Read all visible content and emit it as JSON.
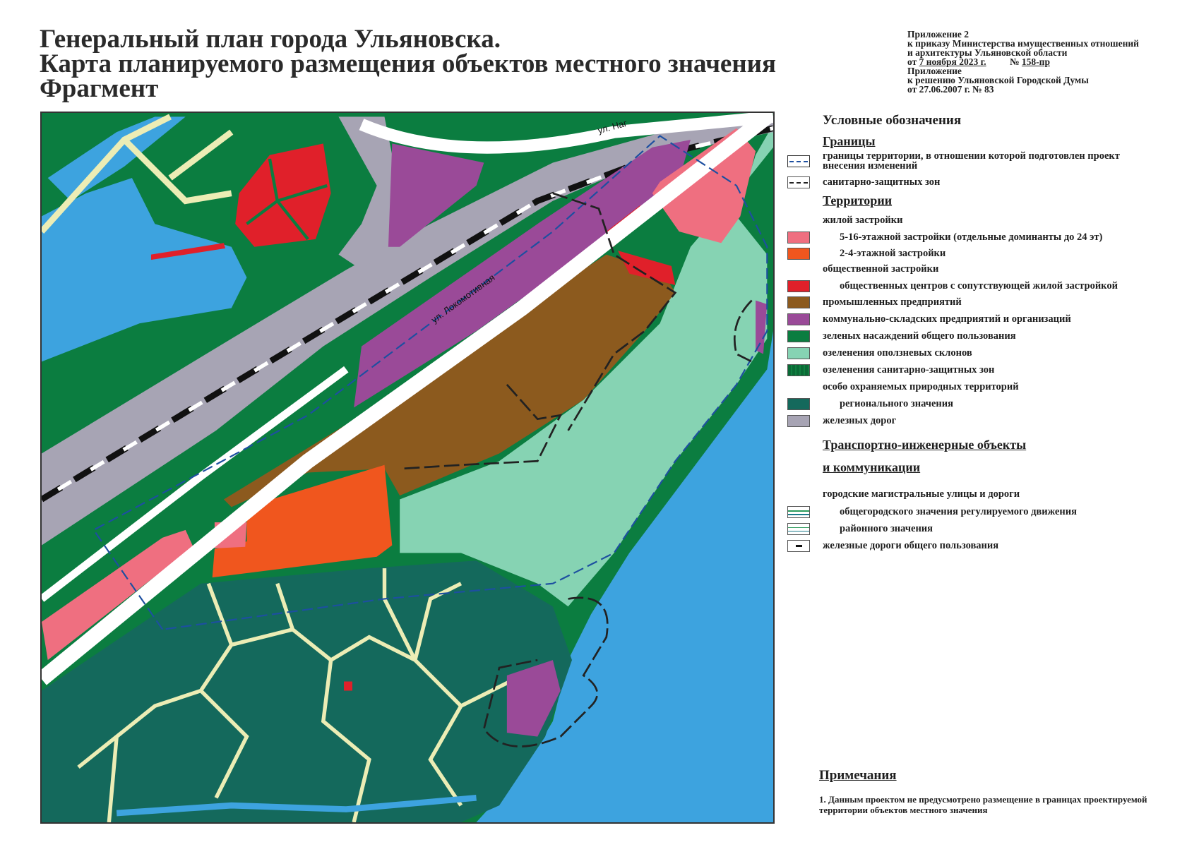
{
  "title": {
    "line1": "Генеральный план города Ульяновска.",
    "line2": "Карта планируемого размещения объектов местного значения",
    "line3": "Фрагмент"
  },
  "appendix": {
    "line1": "Приложение 2",
    "line2": "к приказу Министерства имущественных отношений",
    "line3": "и архитектуры Ульяновской области",
    "date_prefix": "от",
    "date": "7 ноября 2023 г.",
    "num_prefix": "№",
    "num": "158-пр",
    "line5": "Приложение",
    "line6": "к решению Ульяновской Городской Думы",
    "line7": "от  27.06.2007 г.  № 83"
  },
  "map": {
    "street_1": "ул. Локомотивная",
    "street_2": "ул. Наг",
    "colors": {
      "green": "#0b7d40",
      "slope": "#86d3b3",
      "sanitary_green": "#0a6a36",
      "regional": "#14695c",
      "rail": "#a7a4b4",
      "purple": "#9a4a98",
      "brown": "#8c5a1e",
      "orange": "#f0561e",
      "pink": "#ef6f80",
      "red": "#e0202a",
      "water": "#3da3df",
      "path": "#ecedb5",
      "boundary": "#1d4fa0"
    }
  },
  "legend": {
    "title": "Условные обозначения",
    "borders_heading": "Границы",
    "border_project": "границы территории, в отношении которой подготовлен проект",
    "border_project_2": "внесения изменений",
    "border_sanitary": "санитарно-защитных зон",
    "territories_heading": "Территории",
    "residential": "жилой застройки",
    "res_5_16": "5-16-этажной застройки (отдельные доминанты до 24 эт)",
    "res_2_4": "2-4-этажной застройки",
    "public": "общественной застройки",
    "public_centers": "общественных центров с сопутствующей жилой застройкой",
    "industrial": "промышленных предприятий",
    "communal": "коммунально-складских предприятий и организаций",
    "green_public": "зеленых насаждений общего пользования",
    "slopes": "озеленения оползневых склонов",
    "sanitary_green": "озеленения санитарно-защитных зон",
    "protected": "особо охраняемых природных территорий",
    "regional": "регионального значения",
    "railways": "железных дорог",
    "transport_heading_1": "Транспортно-инженерные объекты",
    "transport_heading_2": "и коммуникации",
    "streets": "городские магистральные улицы и дороги",
    "citywide": "общегородского значения регулируемого движения",
    "district": "районного значения",
    "public_rail": "железные дороги общего пользования"
  },
  "notes": {
    "heading": "Примечания",
    "note_1": "1. Данным проектом не предусмотрено размещение в границах проектируемой территории объектов местного значения"
  }
}
